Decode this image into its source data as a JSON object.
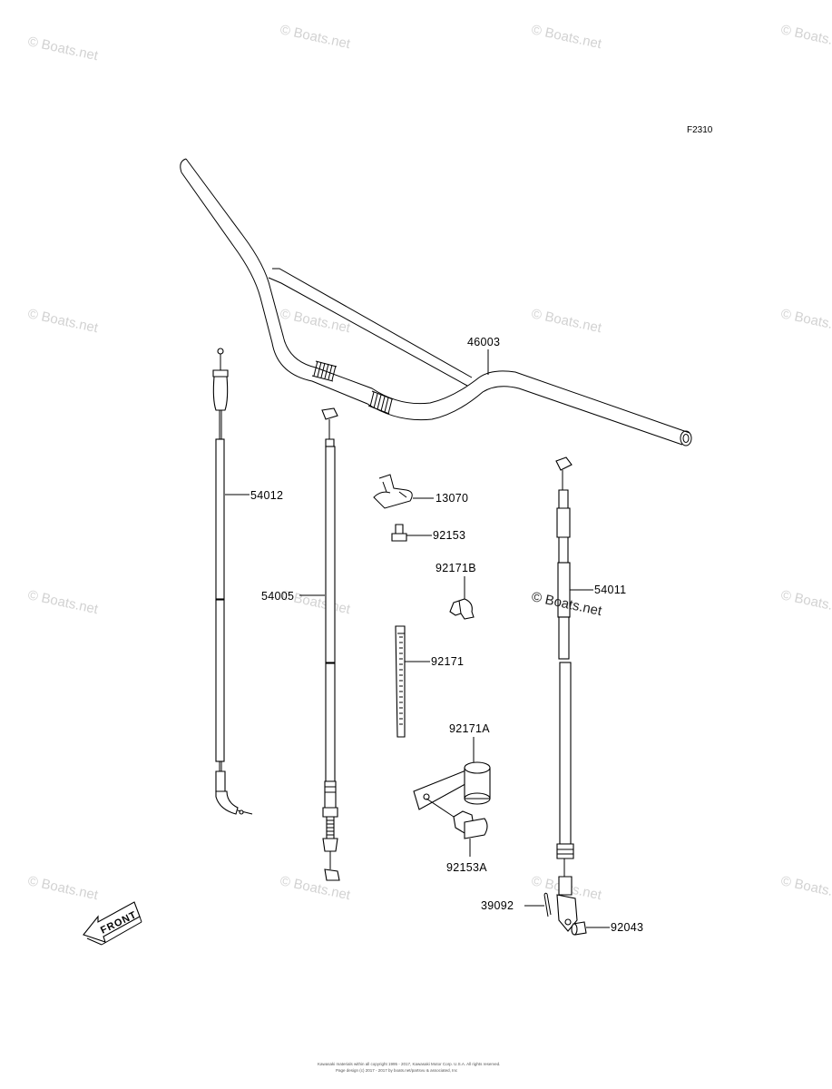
{
  "diagram_code": "F2310",
  "watermark": "© Boats.net",
  "watermark_inline": "© Boats.net",
  "front_label": "FRONT",
  "parts": {
    "handlebar": "46003",
    "throttle_cable": "54012",
    "front_brake_cable": "54005",
    "clutch_cable": "54011",
    "clamp": "13070",
    "bolt_clamp": "92153",
    "holder_b": "92171B",
    "band": "92171",
    "holder_a": "92171A",
    "bolt_holder": "92153A",
    "cotter_pin": "39092",
    "pin": "92043"
  },
  "copyright": {
    "line1": "Kawasaki materials within all copyright 1995 - 2017, Kawasaki Motor Corp. U.S.A. All rights reserved.",
    "line2": "Page design (c) 2017 - 2017 by boats.net/partsvu & associated, Inc"
  }
}
